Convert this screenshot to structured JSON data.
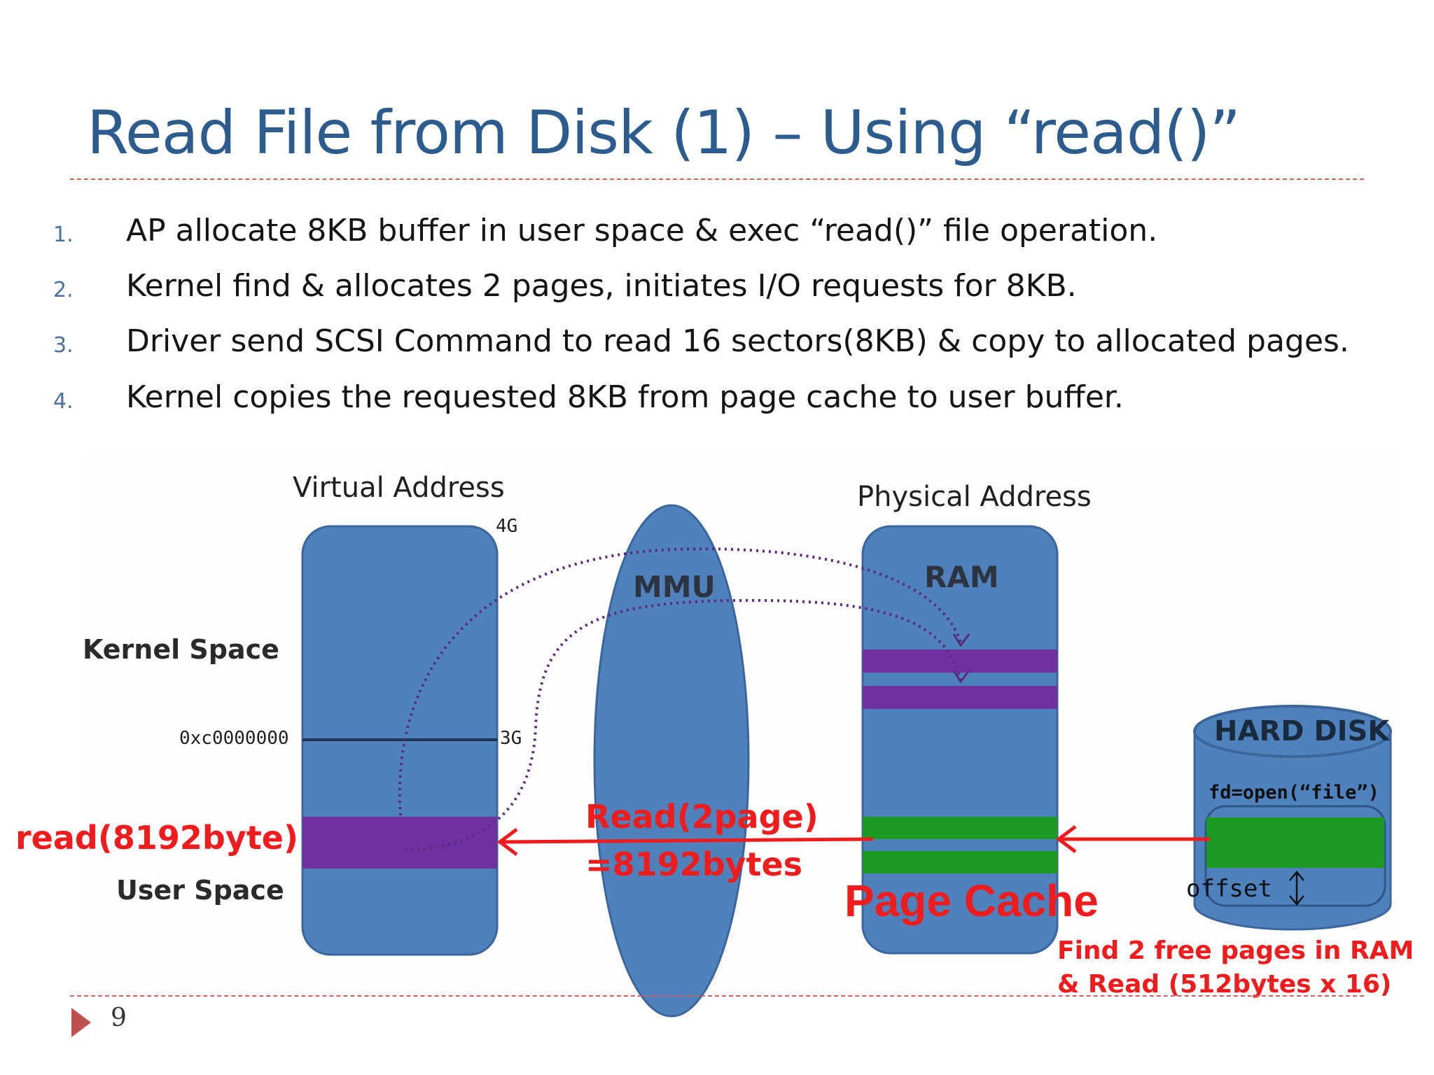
{
  "slide": {
    "title": "Read File from Disk (1) – Using “read()”",
    "page_number": "9"
  },
  "steps": [
    {
      "num": "1.",
      "text": "AP  allocate 8KB buffer in user space & exec “read()” file operation."
    },
    {
      "num": "2.",
      "text": "Kernel find & allocates 2 pages, initiates I/O requests for 8KB."
    },
    {
      "num": "3.",
      "text": "Driver send SCSI Command to read 16 sectors(8KB) & copy to allocated pages."
    },
    {
      "num": "4.",
      "text": "Kernel copies the requested 8KB from page cache to user buffer."
    }
  ],
  "diagram": {
    "virtual_address_label": "Virtual Address",
    "physical_address_label": "Physical Address",
    "label_4g": "4G",
    "label_3g": "3G",
    "kernel_boundary_address": "0xc0000000",
    "kernel_space_label": "Kernel Space",
    "user_space_label": "User Space",
    "mmu_label": "MMU",
    "ram_label": "RAM",
    "hard_disk_label": "HARD DISK",
    "open_call": "fd=open(“file”)",
    "offset_label": "offset",
    "read_call": "read(8192byte)",
    "read_pages_line1": "Read(2page)",
    "read_pages_line2": "=8192bytes",
    "page_cache_label": "Page Cache",
    "find_pages_line1": "Find 2 free pages in RAM",
    "find_pages_line2": "& Read (512bytes x 16)",
    "colors": {
      "box_blue": "#4f81bd",
      "purple": "#7030a0",
      "green": "#1c9b24",
      "arrow_red": "#ee1c1c",
      "dotted_path": "#5a2a7a"
    }
  }
}
